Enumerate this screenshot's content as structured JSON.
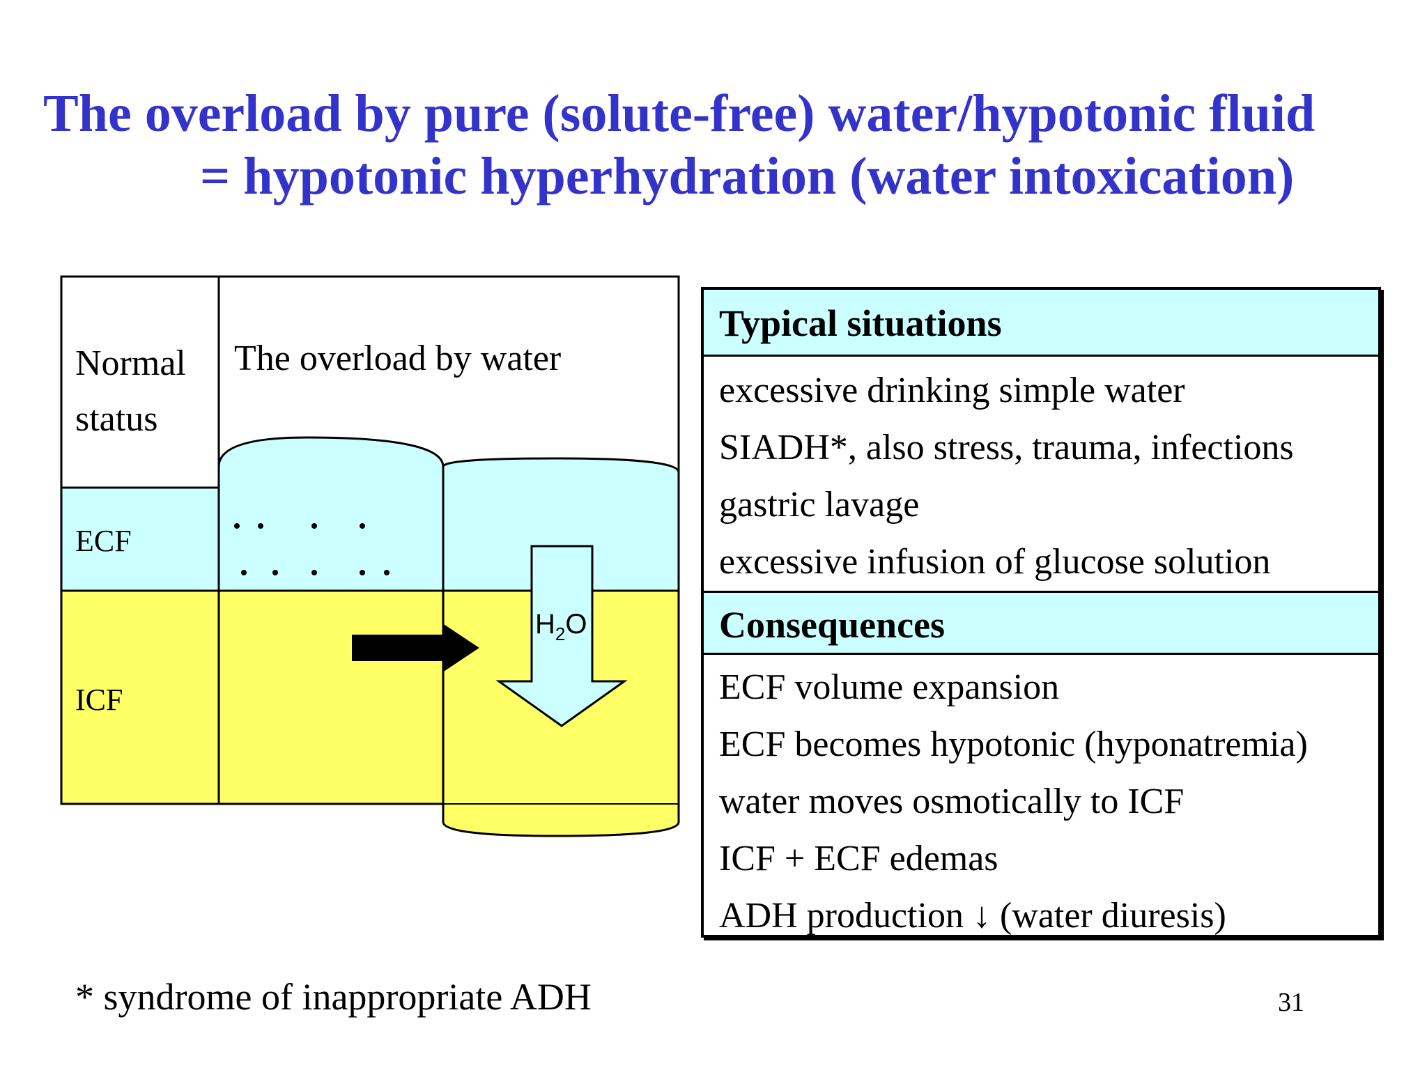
{
  "slide": {
    "title_line1": "The overload by pure (solute-free) water/hypotonic fluid",
    "title_line2": "= hypotonic hyperhydration (water intoxication)",
    "footnote": "* syndrome of inappropriate ADH",
    "page_number": "31"
  },
  "diagram": {
    "normal_status_label": "Normal status",
    "overload_label": "The overload by water",
    "ecf_label": "ECF",
    "icf_label": "ICF",
    "water_label": "H",
    "water_subscript": "2",
    "water_suffix": "O"
  },
  "table": {
    "typical_heading": "Typical situations",
    "typical_items": [
      "excessive drinking simple water",
      "SIADH*, also stress, trauma, infections",
      "gastric lavage",
      "excessive infusion of glucose solution"
    ],
    "consequences_heading": "Consequences",
    "consequences_items": [
      "ECF volume expansion",
      "ECF becomes hypotonic (hyponatremia)",
      "water moves osmotically to ICF",
      "ICF + ECF edemas",
      "ADH production ↓ (water diuresis)"
    ]
  },
  "colors": {
    "title": "#3333cc",
    "ecf_fill": "#ccffff",
    "icf_fill": "#ffff66",
    "table_header_fill": "#ccffff"
  }
}
